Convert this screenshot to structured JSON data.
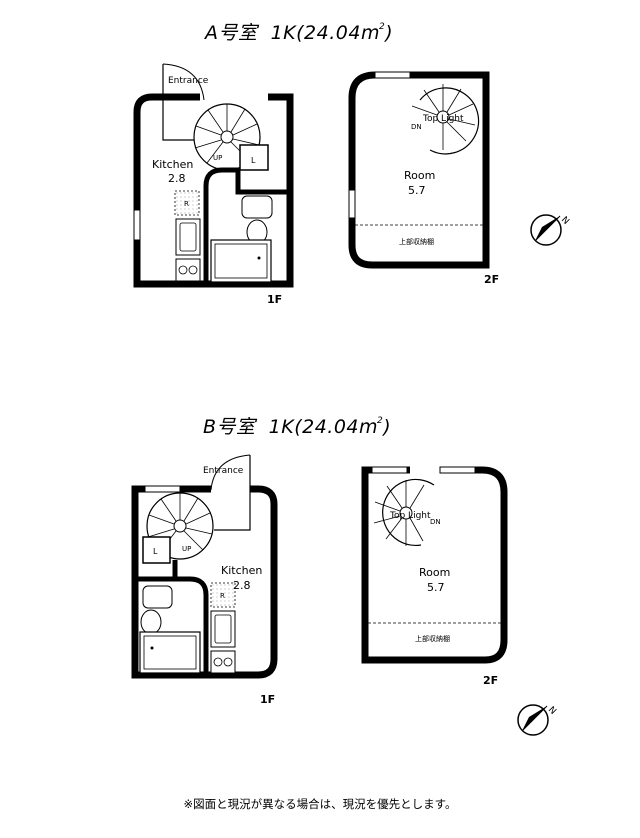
{
  "unit_a": {
    "title": "A号室",
    "type_area": "1K(24.04m",
    "area_sup": "2",
    "title_close": ")",
    "floor1": {
      "floor_label": "1F",
      "entrance": "Entrance",
      "kitchen": "Kitchen",
      "kitchen_size": "2.8",
      "up": "UP",
      "laundry": "L",
      "fridge": "R"
    },
    "floor2": {
      "floor_label": "2F",
      "room": "Room",
      "room_size": "5.7",
      "top_light": "Top Light",
      "dn": "DN",
      "storage": "上部収納棚"
    }
  },
  "unit_b": {
    "title": "B号室",
    "type_area": "1K(24.04m",
    "area_sup": "2",
    "title_close": ")",
    "floor1": {
      "floor_label": "1F",
      "entrance": "Entrance",
      "kitchen": "Kitchen",
      "kitchen_size": "2.8",
      "up": "UP",
      "laundry": "L",
      "fridge": "R"
    },
    "floor2": {
      "floor_label": "2F",
      "room": "Room",
      "room_size": "5.7",
      "top_light": "Top Light",
      "dn": "DN",
      "storage": "上部収納棚"
    }
  },
  "compass_label": "N",
  "footnote": "※図面と現況が異なる場合は、現況を優先とします。"
}
